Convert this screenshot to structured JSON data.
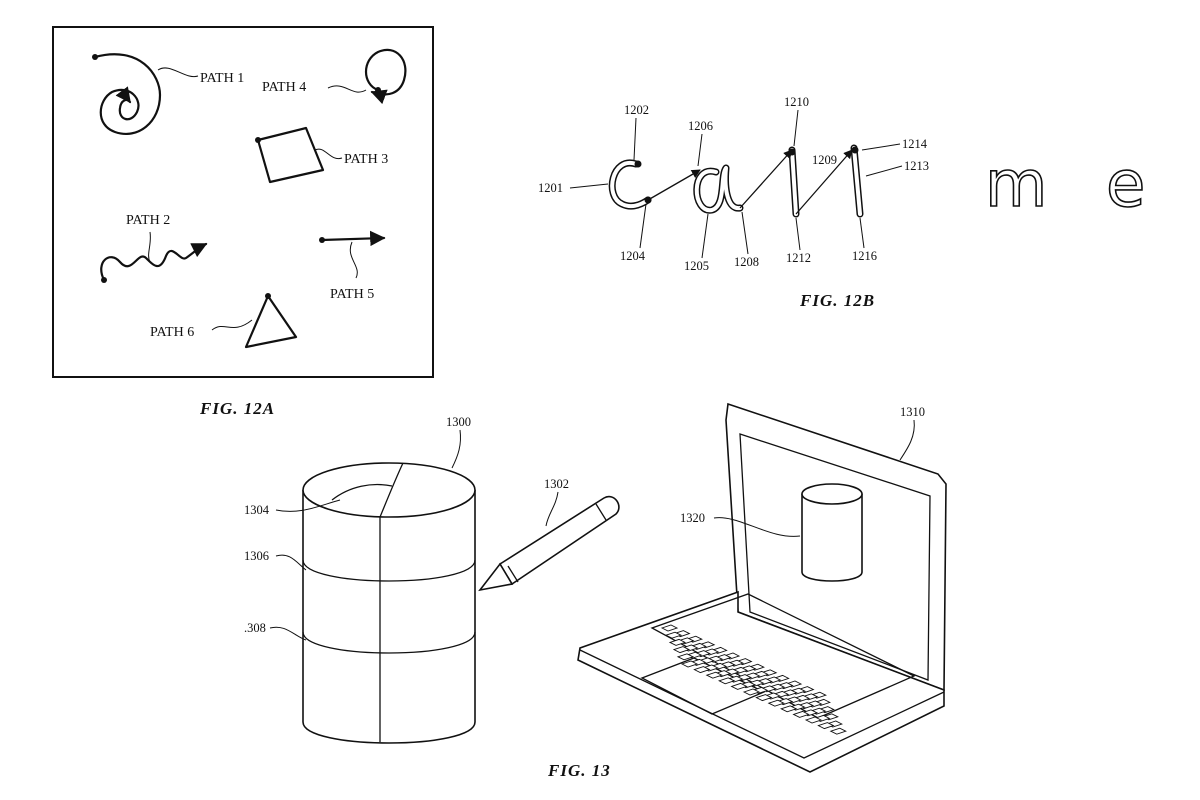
{
  "fig12a": {
    "caption": "FIG. 12A",
    "paths": {
      "path1": "PATH 1",
      "path2": "PATH 2",
      "path3": "PATH 3",
      "path4": "PATH 4",
      "path5": "PATH 5",
      "path6": "PATH 6"
    }
  },
  "fig12b": {
    "caption": "FIG. 12B",
    "handwriting": [
      "ca",
      "m",
      "e"
    ],
    "refs": {
      "r1201": "1201",
      "r1202": "1202",
      "r1204": "1204",
      "r1205": "1205",
      "r1206": "1206",
      "r1208": "1208",
      "r1209": "1209",
      "r1210": "1210",
      "r1212": "1212",
      "r1213": "1213",
      "r1214": "1214",
      "r1216": "1216"
    }
  },
  "fig13": {
    "caption": "FIG. 13",
    "refs": {
      "r1300": "1300",
      "r1302": "1302",
      "r1304": "1304",
      "r1306": "1306",
      "r1308": ".308",
      "r1310": "1310",
      "r1320": "1320"
    }
  }
}
